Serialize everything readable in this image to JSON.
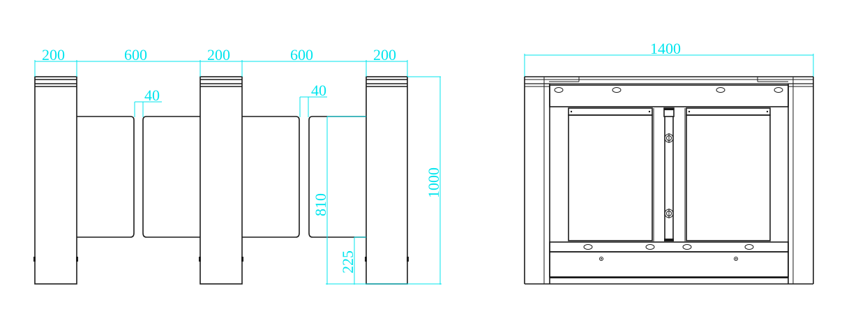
{
  "colors": {
    "dimension": "#00e5ee",
    "line": "#1a1a1a",
    "background": "#ffffff"
  },
  "front_view": {
    "width_dims": [
      "200",
      "600",
      "200",
      "600",
      "200"
    ],
    "gap_dims": [
      "40",
      "40"
    ],
    "height_dims": {
      "total": "1000",
      "panel": "810",
      "clearance": "225"
    }
  },
  "side_view": {
    "width_dim": "1400"
  }
}
